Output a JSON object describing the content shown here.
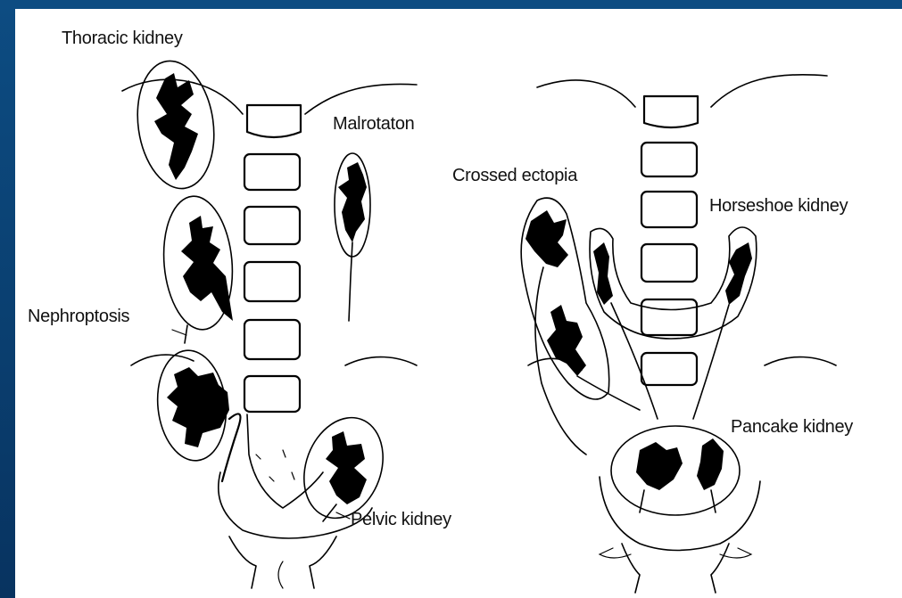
{
  "labels": {
    "thoracic": "Thoracic kidney",
    "malrotation": "Malrotaton",
    "nephroptosis": "Nephroptosis",
    "pelvic": "Pelvic kidney",
    "crossed": "Crossed ectopia",
    "horseshoe": "Horseshoe kidney",
    "pancake": "Pancake kidney"
  }
}
